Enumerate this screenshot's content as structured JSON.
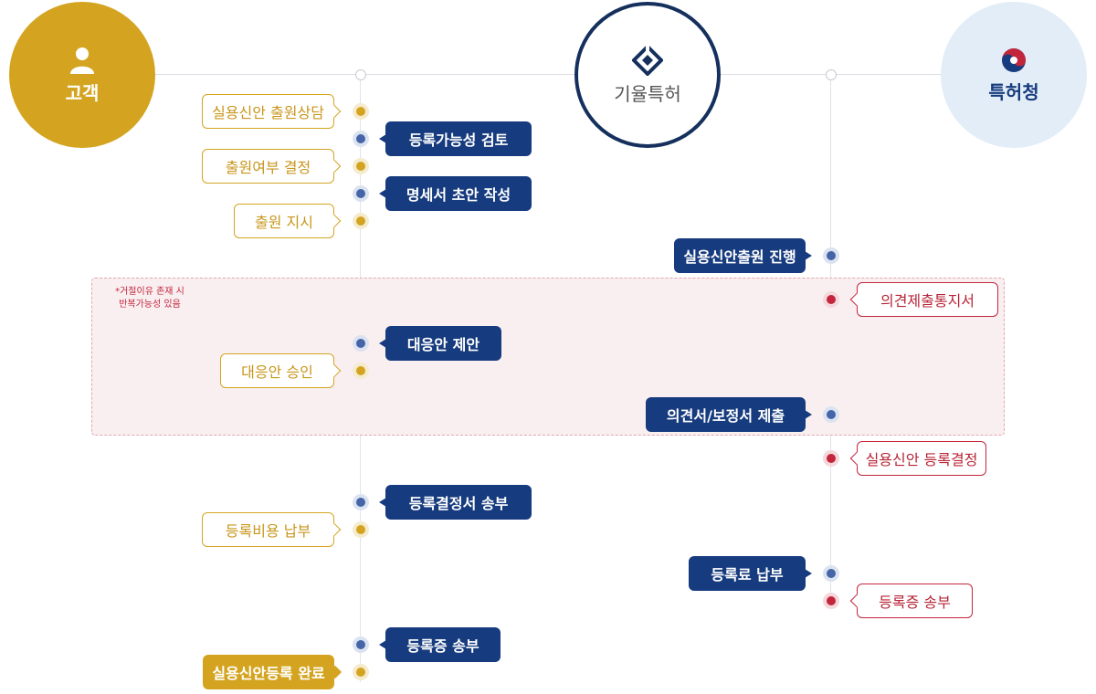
{
  "nodes": {
    "customer": "고객",
    "firm": "기율특허",
    "office": "특허청"
  },
  "repeat_note": "*거절이유 존재 시\n반복가능성 있음",
  "steps": {
    "s1": "실용신안 출원상담",
    "s2": "등록가능성 검토",
    "s3": "출원여부 결정",
    "s4": "명세서 초안 작성",
    "s5": "출원 지시",
    "s6": "실용신안출원 진행",
    "s7": "의견제출통지서",
    "s8": "대응안 제안",
    "s9": "대응안 승인",
    "s10": "의견서/보정서 제출",
    "s11": "실용신안 등록결정",
    "s12": "등록결정서 송부",
    "s13": "등록비용 납부",
    "s14": "등록료 납부",
    "s15": "등록증 송부",
    "s16": "등록증 송부",
    "s17": "실용신안등록 완료"
  },
  "colors": {
    "customer": "#d4a421",
    "firm": "#163b7e",
    "office": "#c3263c",
    "office_bg": "#e3edf7"
  },
  "icons": {
    "customer": "person-icon",
    "firm": "diamond-logo-icon",
    "office": "taegeuk-icon"
  }
}
